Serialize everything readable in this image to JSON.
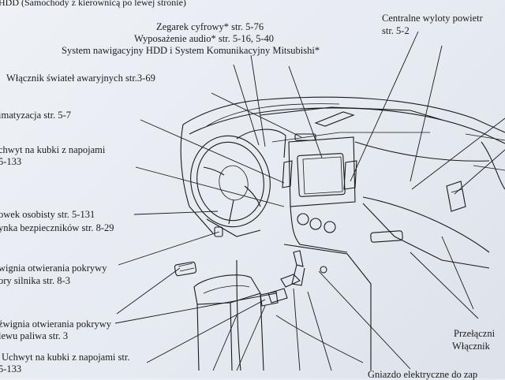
{
  "labels": {
    "top_cut": "HDD (Samochody z kierownicą po lewej stronie)",
    "clock": "Zegarek cyfrowy* str. 5-76",
    "audio": "Wyposażenie audio* str. 5-16, 5-40",
    "nav": "System nawigacyjny HDD i System Komunikacyjny Mitsubishi*",
    "hazard": "Włącznik świateł awaryjnych str.3-69",
    "climate": "imatyzacja str. 5-7",
    "cupholder_top_1": "chwyt na kubki z napojami",
    "cupholder_top_2": "5-133",
    "safe_1": "owek osobisty str. 5-131",
    "safe_2": "ynka bezpieczników str. 8-29",
    "hood_1": "wignia otwierania pokrywy",
    "hood_2": "ory silnika str. 8-3",
    "fuel_1": "źwignia otwierania pokrywy",
    "fuel_2": "lewu paliwa str. 3",
    "cupholder_bottom_1": "Uchwyt na kubki z napojami str.",
    "cupholder_bottom_2": "5-133",
    "vents_1": "Centralne wyloty powietr",
    "vents_2": "str. 5-2",
    "switch_1": "Przełączni",
    "switch_2": "Włącznik",
    "socket": "Gniazdo elektryczne do zap"
  }
}
